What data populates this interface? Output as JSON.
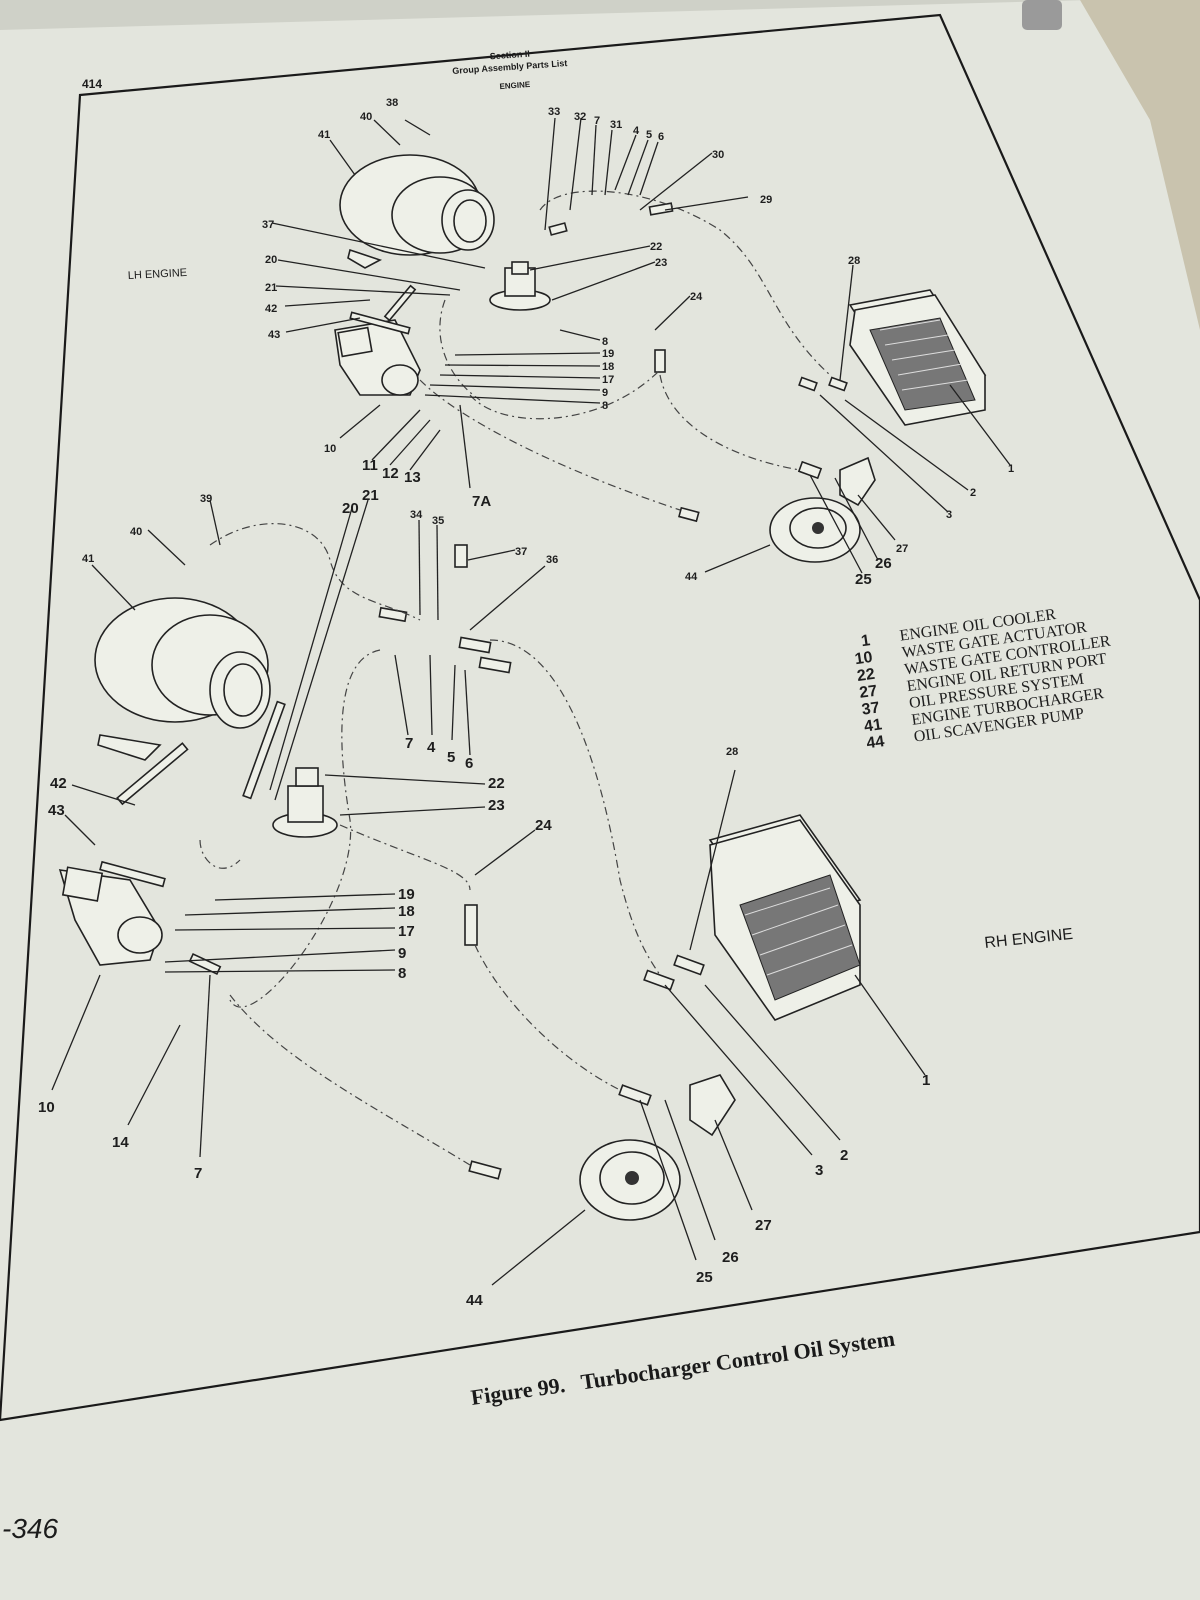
{
  "header": {
    "page_number": "414",
    "section": "Section II",
    "subtitle": "Group Assembly Parts List",
    "group": "ENGINE"
  },
  "engines": {
    "lh_label": "LH ENGINE",
    "rh_label": "RH ENGINE"
  },
  "legend": [
    {
      "num": "1",
      "text": "ENGINE OIL COOLER"
    },
    {
      "num": "10",
      "text": "WASTE GATE ACTUATOR"
    },
    {
      "num": "22",
      "text": "WASTE GATE CONTROLLER"
    },
    {
      "num": "27",
      "text": "ENGINE OIL RETURN PORT"
    },
    {
      "num": "37",
      "text": "OIL PRESSURE SYSTEM"
    },
    {
      "num": "41",
      "text": "ENGINE TURBOCHARGER"
    },
    {
      "num": "44",
      "text": "OIL SCAVENGER PUMP"
    }
  ],
  "caption": "Figure 99.   Turbocharger Control Oil System",
  "footer_page": "-346",
  "callouts": {
    "lh": [
      "38",
      "40",
      "41",
      "37",
      "20",
      "21",
      "42",
      "43",
      "10",
      "11",
      "12",
      "13",
      "7A",
      "33",
      "32",
      "7",
      "31",
      "4",
      "5",
      "6",
      "30",
      "29",
      "22",
      "23",
      "24",
      "8",
      "19",
      "18",
      "17",
      "9",
      "8",
      "28",
      "1",
      "2",
      "3",
      "27",
      "26",
      "25",
      "44"
    ],
    "center": [
      "39",
      "40",
      "41",
      "20",
      "21",
      "34",
      "35",
      "37",
      "36",
      "7",
      "4",
      "5",
      "6",
      "22",
      "23",
      "24"
    ],
    "rh": [
      "42",
      "43",
      "19",
      "18",
      "17",
      "9",
      "8",
      "10",
      "14",
      "7",
      "28",
      "1",
      "2",
      "3",
      "27",
      "26",
      "25",
      "44"
    ]
  }
}
